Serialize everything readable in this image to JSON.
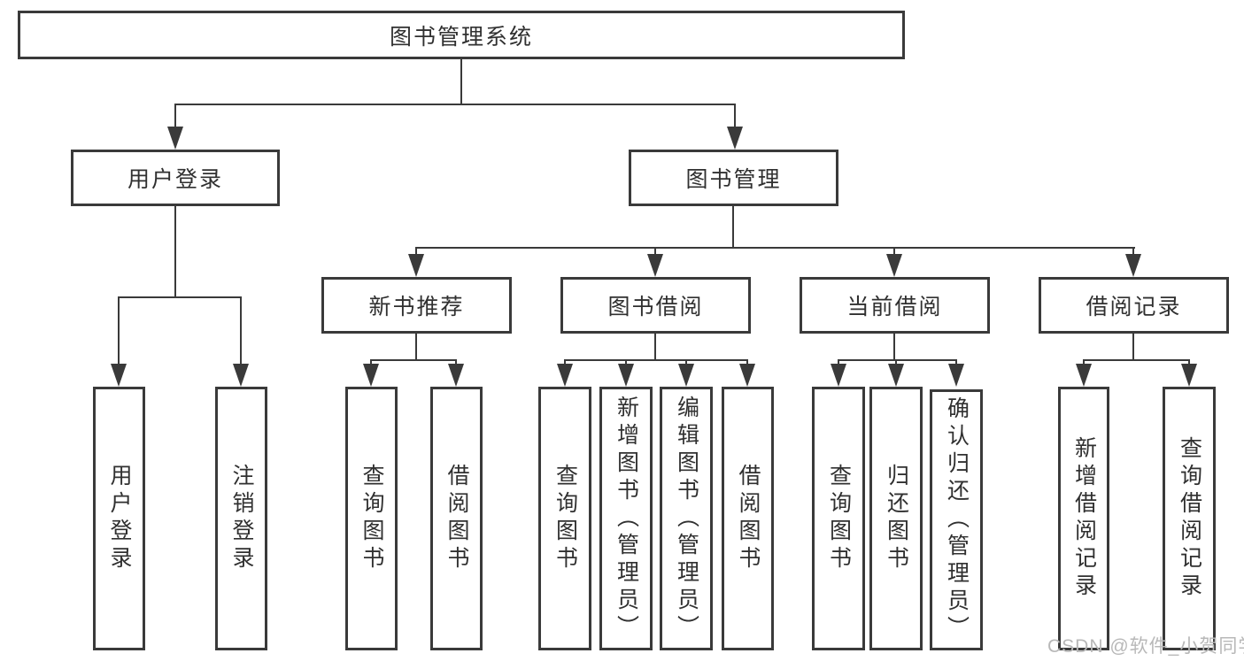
{
  "colors": {
    "line": "#3a3a3a",
    "text": "#303030",
    "watermark": "#b8b8b8",
    "background": "#ffffff"
  },
  "tree": {
    "root": {
      "label": "图书管理系统",
      "children": [
        {
          "label": "用户登录",
          "children": [
            {
              "label": "用户登录"
            },
            {
              "label": "注销登录"
            }
          ]
        },
        {
          "label": "图书管理",
          "children": [
            {
              "label": "新书推荐",
              "children": [
                {
                  "label": "查询图书"
                },
                {
                  "label": "借阅图书"
                }
              ]
            },
            {
              "label": "图书借阅",
              "children": [
                {
                  "label": "查询图书"
                },
                {
                  "label": "新增图书（管理员）"
                },
                {
                  "label": "编辑图书（管理员）"
                },
                {
                  "label": "借阅图书"
                }
              ]
            },
            {
              "label": "当前借阅",
              "children": [
                {
                  "label": "查询图书"
                },
                {
                  "label": "归还图书"
                },
                {
                  "label": "确认归还（管理员）"
                }
              ]
            },
            {
              "label": "借阅记录",
              "children": [
                {
                  "label": "新增借阅记录"
                },
                {
                  "label": "查询借阅记录"
                }
              ]
            }
          ]
        }
      ]
    }
  },
  "watermark": {
    "text": "CSDN @软件_小贺同学"
  }
}
